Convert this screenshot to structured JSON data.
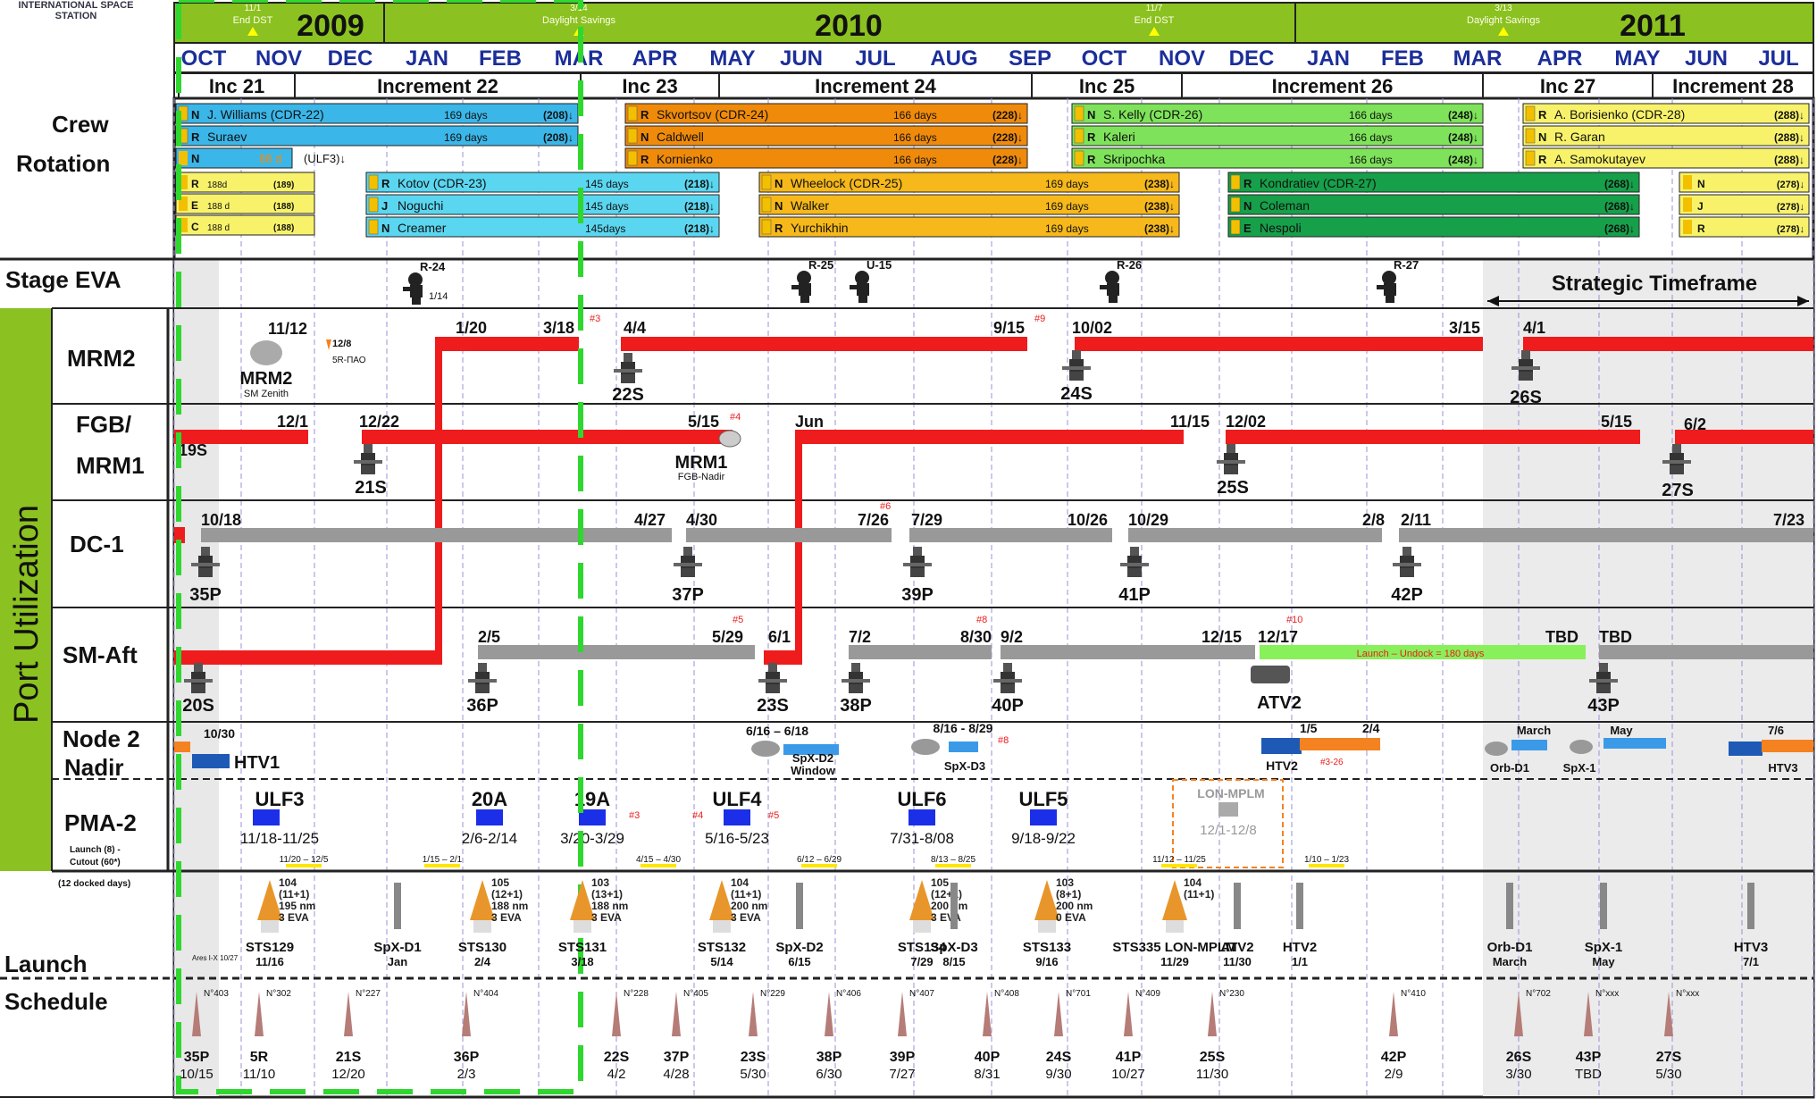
{
  "logo": {
    "text": "INTERNATIONAL SPACE STATION"
  },
  "years": [
    {
      "label": "2009"
    },
    {
      "label": "2010"
    },
    {
      "label": "2011"
    }
  ],
  "year_notes": [
    {
      "top": "11/1",
      "bottom": "End DST"
    },
    {
      "top": "3/14",
      "bottom": "Daylight Savings"
    },
    {
      "top": "11/7",
      "bottom": "End DST"
    },
    {
      "top": "3/13",
      "bottom": "Daylight Savings"
    }
  ],
  "months": [
    "OCT",
    "NOV",
    "DEC",
    "JAN",
    "FEB",
    "MAR",
    "APR",
    "MAY",
    "JUN",
    "JUL",
    "AUG",
    "SEP",
    "OCT",
    "NOV",
    "DEC",
    "JAN",
    "FEB",
    "MAR",
    "APR",
    "MAY",
    "JUN",
    "JUL"
  ],
  "increments": [
    "Inc 21",
    "Increment 22",
    "Inc 23",
    "Increment 24",
    "Inc 25",
    "Increment 26",
    "Inc 27",
    "Increment 28"
  ],
  "row_labels": {
    "crew_rotation": [
      "Crew",
      "Rotation"
    ],
    "stage_eva": "Stage EVA",
    "port_utilization": "Port Utilization",
    "mrm2": "MRM2",
    "fgb": [
      "FGB/",
      "MRM1"
    ],
    "dc1": "DC-1",
    "sm_aft": "SM-Aft",
    "node2": [
      "Node 2",
      "Nadir"
    ],
    "pma2": "PMA-2",
    "pma2_note": [
      "Launch (8) -",
      "Cutout (60*)"
    ],
    "launch": [
      "Launch",
      "Schedule"
    ],
    "docked_note": "(12 docked days)"
  },
  "crew": [
    {
      "flag": "N",
      "name": "J. Williams",
      "role": "(CDR-22)",
      "days": "169 days",
      "total": "(208)↓",
      "color": "#3bb6e8"
    },
    {
      "flag": "R",
      "name": "Suraev",
      "role": "",
      "days": "169 days",
      "total": "(208)↓",
      "color": "#3bb6e8"
    },
    {
      "flag": "N",
      "name": "88 d",
      "role": "(ULF3)↓",
      "days": "",
      "total": "",
      "color": "#3bb6e8"
    },
    {
      "flag": "R",
      "name": "188d",
      "role": "",
      "days": "",
      "total": "(189)",
      "color": "#f7f26a"
    },
    {
      "flag": "E",
      "name": "188 d",
      "role": "",
      "days": "",
      "total": "(188)",
      "color": "#f7f26a"
    },
    {
      "flag": "C",
      "name": "188 d",
      "role": "",
      "days": "",
      "total": "(188)",
      "color": "#f7f26a"
    },
    {
      "flag": "R",
      "name": "Kotov",
      "role": "(CDR-23)",
      "days": "145 days",
      "total": "(218)↓",
      "color": "#5ad6f0"
    },
    {
      "flag": "J",
      "name": "Noguchi",
      "role": "",
      "days": "145 days",
      "total": "(218)↓",
      "color": "#5ad6f0"
    },
    {
      "flag": "N",
      "name": "Creamer",
      "role": "",
      "days": "145days",
      "total": "(218)↓",
      "color": "#5ad6f0"
    },
    {
      "flag": "R",
      "name": "Skvortsov",
      "role": "(CDR-24)",
      "days": "166 days",
      "total": "(228)↓",
      "color": "#f08a0a"
    },
    {
      "flag": "N",
      "name": "Caldwell",
      "role": "",
      "days": "166 days",
      "total": "(228)↓",
      "color": "#f08a0a"
    },
    {
      "flag": "R",
      "name": "Kornienko",
      "role": "",
      "days": "166 days",
      "total": "(228)↓",
      "color": "#f08a0a"
    },
    {
      "flag": "N",
      "name": "Wheelock",
      "role": "(CDR-25)",
      "days": "169 days",
      "total": "(238)↓",
      "color": "#f6b81a"
    },
    {
      "flag": "N",
      "name": "Walker",
      "role": "",
      "days": "169 days",
      "total": "(238)↓",
      "color": "#f6b81a"
    },
    {
      "flag": "R",
      "name": "Yurchikhin",
      "role": "",
      "days": "169 days",
      "total": "(238)↓",
      "color": "#f6b81a"
    },
    {
      "flag": "N",
      "name": "S. Kelly",
      "role": "(CDR-26)",
      "days": "166 days",
      "total": "(248)↓",
      "color": "#7ee35a"
    },
    {
      "flag": "R",
      "name": "Kaleri",
      "role": "",
      "days": "166 days",
      "total": "(248)↓",
      "color": "#7ee35a"
    },
    {
      "flag": "R",
      "name": "Skripochka",
      "role": "",
      "days": "166 days",
      "total": "(248)↓",
      "color": "#7ee35a"
    },
    {
      "flag": "R",
      "name": "Kondratiev",
      "role": "(CDR-27)",
      "days": "",
      "total": "(268)↓",
      "color": "#16a04a"
    },
    {
      "flag": "N",
      "name": "Coleman",
      "role": "",
      "days": "",
      "total": "(268)↓",
      "color": "#16a04a"
    },
    {
      "flag": "E",
      "name": "Nespoli",
      "role": "",
      "days": "",
      "total": "(268)↓",
      "color": "#16a04a"
    },
    {
      "flag": "R",
      "name": "A. Borisienko",
      "role": "(CDR-28)",
      "days": "",
      "total": "(288)↓",
      "color": "#f7f26a"
    },
    {
      "flag": "N",
      "name": "R. Garan",
      "role": "",
      "days": "",
      "total": "(288)↓",
      "color": "#f7f26a"
    },
    {
      "flag": "R",
      "name": "A. Samokutayev",
      "role": "",
      "days": "",
      "total": "(288)↓",
      "color": "#f7f26a"
    },
    {
      "flag": "N",
      "name": "",
      "role": "",
      "days": "",
      "total": "(278)↓",
      "color": "#f7f26a"
    },
    {
      "flag": "J",
      "name": "",
      "role": "",
      "days": "",
      "total": "(278)↓",
      "color": "#f7f26a"
    },
    {
      "flag": "R",
      "name": "",
      "role": "",
      "days": "",
      "total": "(278)↓",
      "color": "#f7f26a"
    }
  ],
  "eva": [
    {
      "label": "R-24",
      "date": "1/14"
    },
    {
      "label": "R-25",
      "date": ""
    },
    {
      "label": "U-15",
      "date": ""
    },
    {
      "label": "R-26",
      "date": ""
    },
    {
      "label": "R-27",
      "date": ""
    }
  ],
  "strategic": "Strategic Timeframe",
  "mrm2": {
    "dates": [
      "11/12",
      "12/8",
      "1/20",
      "3/18",
      "4/4",
      "9/15",
      "10/02",
      "3/15",
      "4/1"
    ],
    "notes": [
      "5R-ПАО",
      "MRM2",
      "SM Zenith"
    ],
    "vehicles": [
      "22S",
      "24S",
      "26S"
    ],
    "flags": [
      "#3",
      "#9"
    ]
  },
  "fgb": {
    "dates": [
      "12/1",
      "12/22",
      "5/15",
      "Jun",
      "11/15",
      "12/02",
      "5/15",
      "6/2"
    ],
    "vehicles": [
      "19S",
      "21S",
      "25S",
      "27S"
    ],
    "labels": [
      "MRM1",
      "FGB-Nadir"
    ],
    "flags": [
      "#4"
    ]
  },
  "dc1": {
    "dates": [
      "10/18",
      "4/27",
      "4/30",
      "7/26",
      "7/29",
      "10/26",
      "10/29",
      "2/8",
      "2/11",
      "7/23"
    ],
    "vehicles": [
      "35P",
      "37P",
      "39P",
      "41P",
      "42P"
    ],
    "flags": [
      "#6"
    ]
  },
  "sm_aft": {
    "dates": [
      "2/5",
      "5/29",
      "6/1",
      "7/2",
      "8/30",
      "9/2",
      "12/15",
      "12/17",
      "TBD",
      "TBD"
    ],
    "vehicles": [
      "20S",
      "36P",
      "23S",
      "38P",
      "40P",
      "ATV2",
      "43P"
    ],
    "green_note": "Launch – Undock = 180 days",
    "flags": [
      "#5",
      "#8",
      "#10"
    ]
  },
  "node2": {
    "dates": [
      "10/30",
      "6/16 – 6/18",
      "8/16 - 8/29",
      "1/5",
      "2/4",
      "March",
      "May",
      "7/6"
    ],
    "vehicles": [
      "HTV1",
      "SpX-D2",
      "Window",
      "SpX-D3",
      "HTV2",
      "Orb-D1",
      "SpX-1",
      "HTV3"
    ],
    "flags": [
      "#8",
      "#3-26"
    ]
  },
  "pma2": {
    "items": [
      {
        "name": "ULF3",
        "dates": "11/18-11/25"
      },
      {
        "name": "20A",
        "dates": "2/6-2/14"
      },
      {
        "name": "19A",
        "dates": "3/20-3/29"
      },
      {
        "name": "ULF4",
        "dates": "5/16-5/23"
      },
      {
        "name": "ULF6",
        "dates": "7/31-8/08"
      },
      {
        "name": "ULF5",
        "dates": "9/18-9/22"
      },
      {
        "name": "LON-MPLM",
        "dates": "12/1-12/8"
      }
    ],
    "windows": [
      "11/20 – 12/5",
      "1/15 – 2/1",
      "4/15 – 4/30",
      "6/12 – 6/29",
      "8/13 – 8/25",
      "11/12 – 11/25",
      "1/10 – 1/23"
    ],
    "flags": [
      "#3",
      "#4",
      "#5"
    ]
  },
  "shuttles": [
    {
      "name": "STS129",
      "date": "11/16",
      "detail": [
        "104",
        "(11+1)",
        "195 nm",
        "3 EVA"
      ]
    },
    {
      "name": "SpX-D1",
      "date": "Jan",
      "detail": []
    },
    {
      "name": "STS130",
      "date": "2/4",
      "detail": [
        "105",
        "(12+1)",
        "188 nm",
        "3 EVA"
      ]
    },
    {
      "name": "STS131",
      "date": "3/18",
      "detail": [
        "103",
        "(13+1)",
        "188 nm",
        "3 EVA"
      ]
    },
    {
      "name": "STS132",
      "date": "5/14",
      "detail": [
        "104",
        "(11+1)",
        "200 nm",
        "3 EVA"
      ]
    },
    {
      "name": "SpX-D2",
      "date": "6/15",
      "detail": []
    },
    {
      "name": "STS134",
      "date": "7/29",
      "detail": [
        "105",
        "(12+1)",
        "200 nm",
        "3 EVA"
      ]
    },
    {
      "name": "SpX-D3",
      "date": "8/15",
      "detail": []
    },
    {
      "name": "STS133",
      "date": "9/16",
      "detail": [
        "103",
        "(8+1)",
        "200 nm",
        "0 EVA"
      ]
    },
    {
      "name": "STS335 LON-MPLM",
      "date": "11/29",
      "detail": [
        "104",
        "(11+1)"
      ]
    },
    {
      "name": "ATV2",
      "date": "11/30",
      "detail": []
    },
    {
      "name": "HTV2",
      "date": "1/1",
      "detail": []
    },
    {
      "name": "Orb-D1",
      "date": "March",
      "detail": []
    },
    {
      "name": "SpX-1",
      "date": "May",
      "detail": []
    },
    {
      "name": "HTV3",
      "date": "7/1",
      "detail": []
    }
  ],
  "ares": "Ares I-X 10/27",
  "soyuz": [
    {
      "name": "35P",
      "date": "10/15",
      "no": "N°403"
    },
    {
      "name": "5R",
      "date": "11/10",
      "no": "N°302"
    },
    {
      "name": "21S",
      "date": "12/20",
      "no": "N°227"
    },
    {
      "name": "36P",
      "date": "2/3",
      "no": "N°404"
    },
    {
      "name": "22S",
      "date": "4/2",
      "no": "N°228"
    },
    {
      "name": "37P",
      "date": "4/28",
      "no": "N°405"
    },
    {
      "name": "23S",
      "date": "5/30",
      "no": "N°229"
    },
    {
      "name": "38P",
      "date": "6/30",
      "no": "N°406"
    },
    {
      "name": "39P",
      "date": "7/27",
      "no": "N°407"
    },
    {
      "name": "40P",
      "date": "8/31",
      "no": "N°408"
    },
    {
      "name": "24S",
      "date": "9/30",
      "no": "N°701"
    },
    {
      "name": "41P",
      "date": "10/27",
      "no": "N°409"
    },
    {
      "name": "25S",
      "date": "11/30",
      "no": "N°230"
    },
    {
      "name": "42P",
      "date": "2/9",
      "no": "N°410"
    },
    {
      "name": "26S",
      "date": "3/30",
      "no": "N°702"
    },
    {
      "name": "43P",
      "date": "TBD",
      "no": "N°xxx"
    },
    {
      "name": "27S",
      "date": "5/30",
      "no": "N°xxx"
    }
  ],
  "colors": {
    "green": "#8bc120",
    "red": "#ee1c1c",
    "grey": "#999999",
    "blue": "#1b2ee8",
    "orange": "#f58220",
    "lightblue": "#3b9ae8",
    "dashgreen": "#2fd72f"
  }
}
